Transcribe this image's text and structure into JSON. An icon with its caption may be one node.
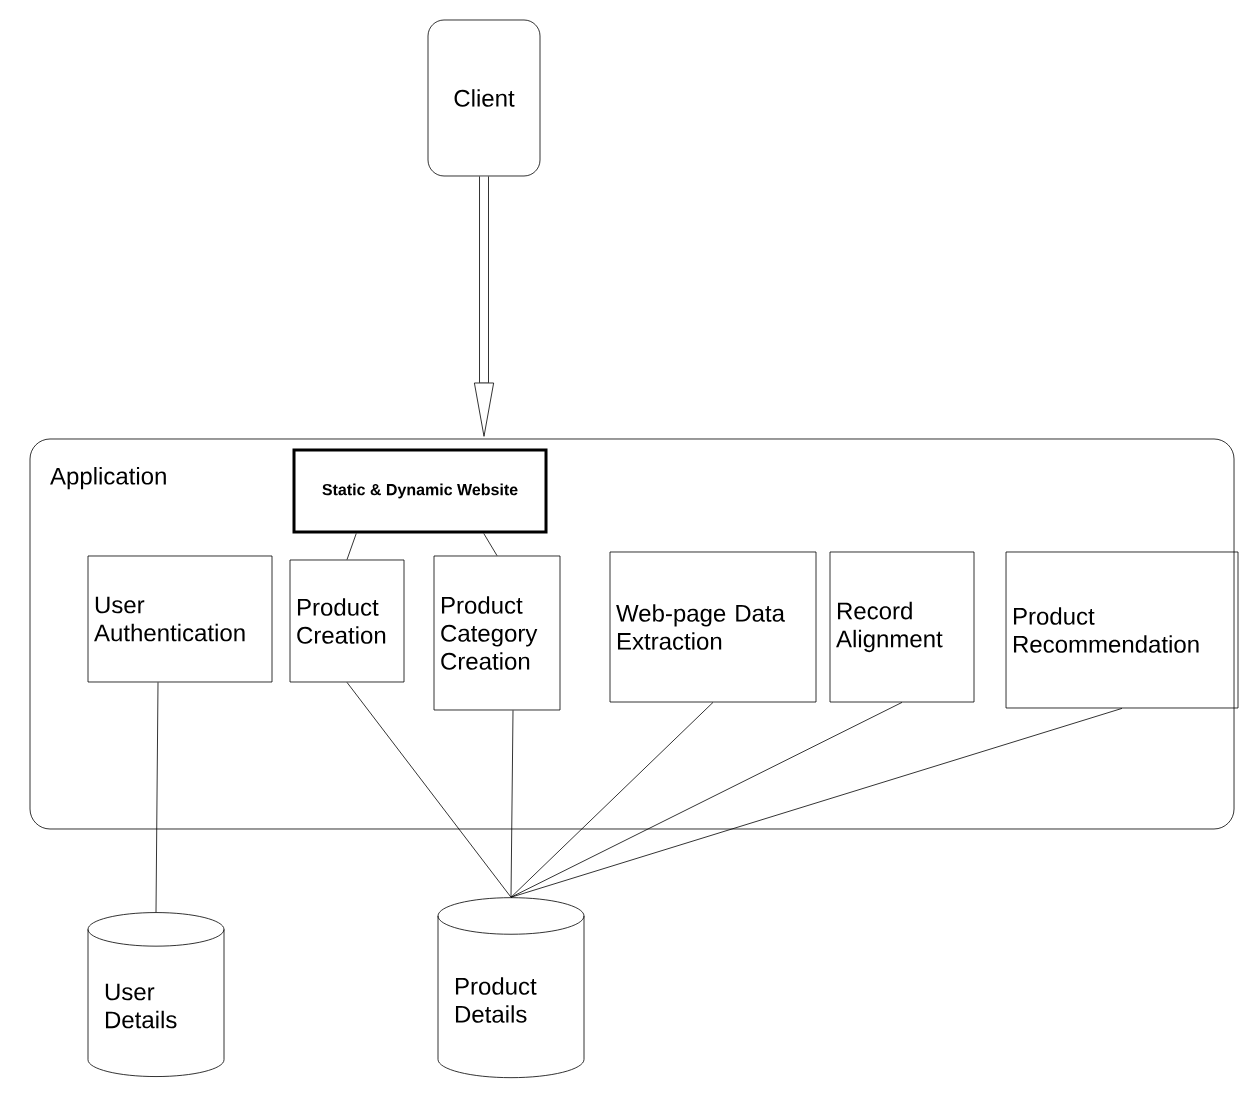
{
  "diagram": {
    "nodes": [
      {
        "text": [
          "Client"
        ]
      },
      {
        "text": [
          "Application"
        ]
      },
      {
        "text": [
          "Static & Dynamic Website"
        ],
        "in": 1
      },
      {
        "text": [
          "User Authentication"
        ],
        "in": 1
      },
      {
        "text": [
          "Product Creation"
        ],
        "in": 1
      },
      {
        "text": [
          "Product Category Creation"
        ],
        "in": 1
      },
      {
        "text": [
          "Web-page Data Extraction"
        ],
        "in": 1
      },
      {
        "text": [
          "Record Alignment"
        ],
        "in": 1
      },
      {
        "text": [
          "Product Recommendation"
        ],
        "in": 1
      },
      {
        "text": [
          "User Details"
        ]
      },
      {
        "text": [
          "Product Details"
        ]
      }
    ],
    "edges": [
      {
        "from": 0,
        "to": 1,
        "arrow": "to",
        "style": "thick"
      },
      {
        "from": 2,
        "to": 4,
        "arrow": "none"
      },
      {
        "from": 2,
        "to": 5,
        "arrow": "none"
      },
      {
        "from": 3,
        "to": 9,
        "arrow": "none"
      },
      {
        "from": 4,
        "to": 10,
        "arrow": "none"
      },
      {
        "from": 5,
        "to": 10,
        "arrow": "none"
      },
      {
        "from": 6,
        "to": 10,
        "arrow": "none"
      },
      {
        "from": 7,
        "to": 10,
        "arrow": "none"
      },
      {
        "from": 8,
        "to": 10,
        "arrow": "none"
      }
    ]
  }
}
